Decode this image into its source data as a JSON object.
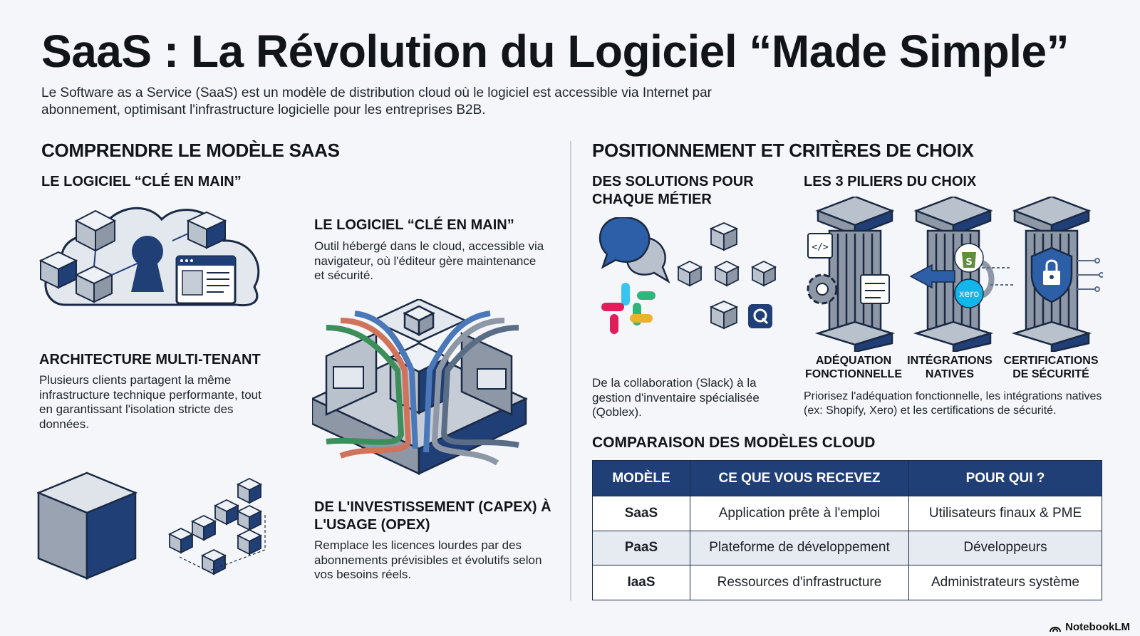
{
  "header": {
    "title": "SaaS : La Révolution du Logiciel “Made Simple”",
    "subtitle": "Le Software as a Service (SaaS) est un modèle de distribution cloud où le logiciel est accessible via Internet par abonnement, optimisant l'infrastructure logicielle pour les entreprises B2B."
  },
  "left": {
    "heading": "COMPRENDRE LE MODÈLE SAAS",
    "subheading": "LE LOGICIEL “CLÉ EN MAIN”",
    "cle_en_main": {
      "title": "LE LOGICIEL “CLÉ EN MAIN”",
      "text": "Outil hébergé dans le cloud, accessible via navigateur, où l'éditeur gère maintenance et sécurité."
    },
    "multi_tenant": {
      "title": "ARCHITECTURE MULTI-TENANT",
      "text": "Plusieurs clients partagent la même infrastructure technique performante, tout en garantissant l'isolation stricte des données."
    },
    "capex": {
      "title": "DE L'INVESTISSEMENT (CAPEX) À L'USAGE (OPEX)",
      "text": "Remplace les licences lourdes par des abonnements prévisibles et évolutifs selon vos besoins réels."
    }
  },
  "right": {
    "heading": "POSITIONNEMENT ET CRITÈRES DE CHOIX",
    "solutions": {
      "title": "DES SOLUTIONS POUR CHAQUE MÉTIER",
      "text": "De la collaboration (Slack) à la gestion d'inventaire spécialisée (Qoblex)."
    },
    "piliers": {
      "title": "LES 3 PILIERS DU CHOIX",
      "items": [
        {
          "label": "ADÉQUATION FONCTIONNELLE"
        },
        {
          "label": "INTÉGRATIONS NATIVES"
        },
        {
          "label": "CERTIFICATIONS DE SÉCURITÉ"
        }
      ],
      "text": "Priorisez l'adéquation fonctionnelle, les intégrations natives (ex: Shopify, Xero) et les certifications de sécurité.",
      "xero_logo": "xero"
    },
    "comparison": {
      "title": "COMPARAISON DES MODÈLES CLOUD",
      "columns": [
        "MODÈLE",
        "CE QUE VOUS RECEVEZ",
        "POUR QUI ?"
      ],
      "rows": [
        [
          "SaaS",
          "Application prête à l'emploi",
          "Utilisateurs finaux & PME"
        ],
        [
          "PaaS",
          "Plateforme de développement",
          "Développeurs"
        ],
        [
          "IaaS",
          "Ressources d'infrastructure",
          "Administrateurs système"
        ]
      ]
    }
  },
  "brand": "NotebookLM",
  "colors": {
    "navy": "#213f77",
    "steel": "#8d97a6",
    "background": "#f4f6fa"
  }
}
